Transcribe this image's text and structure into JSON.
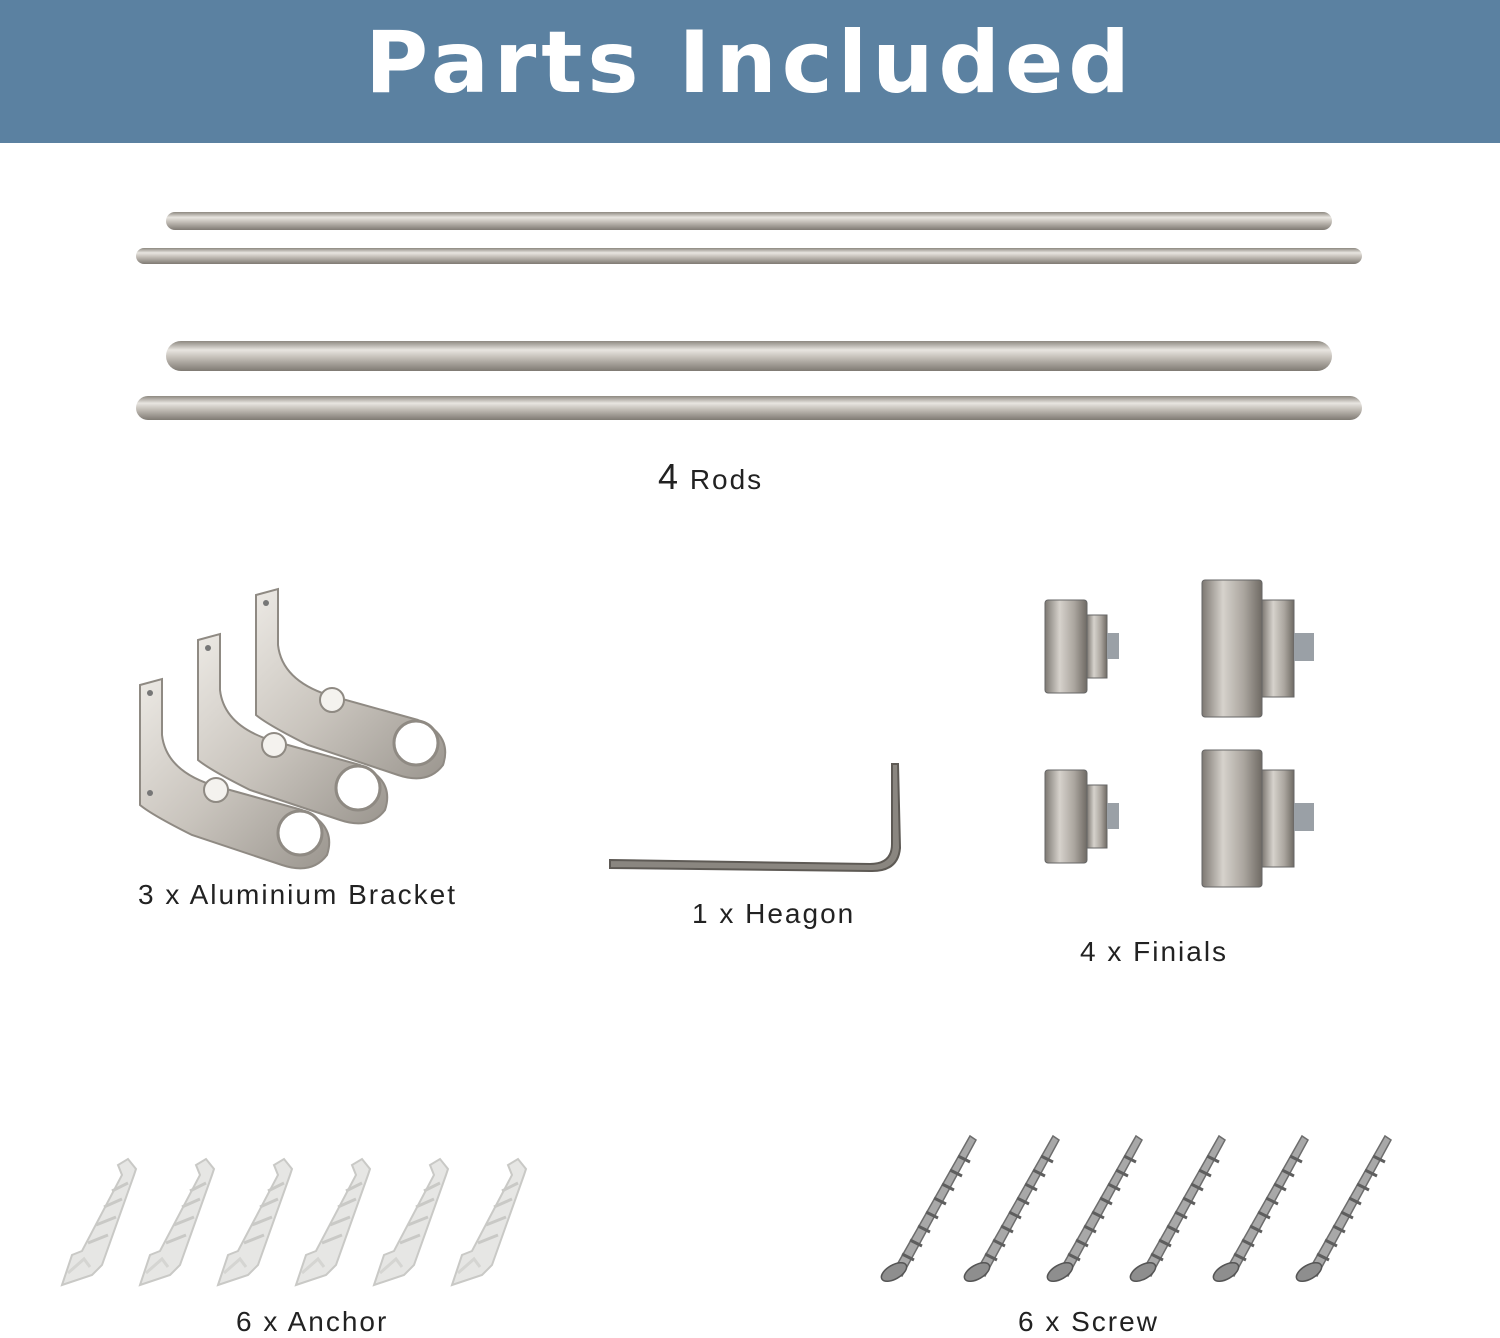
{
  "header": {
    "title": "Parts Included"
  },
  "parts": {
    "rods": {
      "count": "4",
      "name": "Rods"
    },
    "bracket": {
      "label": "3 x Aluminium Bracket"
    },
    "hexagon": {
      "label": "1 x Heagon"
    },
    "finials": {
      "label": "4 x Finials"
    },
    "anchor": {
      "label": "6 x Anchor"
    },
    "screw": {
      "label": "6 x Screw"
    }
  },
  "colors": {
    "banner": "#5b81a1",
    "metal": "#b5b0a9",
    "anchor_plastic": "#e4e4e2",
    "screw_zinc": "#9c9c9c"
  }
}
